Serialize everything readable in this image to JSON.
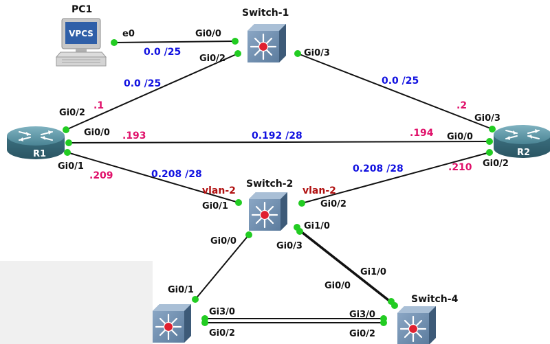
{
  "colors": {
    "link": "#111111",
    "port_dot": "#22cc22",
    "subnet_label": "#1010e0",
    "host_addr_label": "#e0106a",
    "vlan_label": "#b01010",
    "switch_body": "#6f8fb0",
    "router_body": "#4f8090"
  },
  "nodes": {
    "pc1": {
      "name": "PC1",
      "screen_text": "VPCS",
      "icon": "pc-icon"
    },
    "switch1": {
      "name": "Switch-1",
      "icon": "switch-icon"
    },
    "switch2": {
      "name": "Switch-2",
      "icon": "switch-icon"
    },
    "switch3": {
      "name": "",
      "icon": "switch-icon"
    },
    "switch4": {
      "name": "Switch-4",
      "icon": "switch-icon"
    },
    "r1": {
      "name": "R1",
      "icon": "router-icon"
    },
    "r2": {
      "name": "R2",
      "icon": "router-icon"
    }
  },
  "ports": {
    "pc1_e0": "e0",
    "sw1_gi00": "Gi0/0",
    "sw1_gi02": "Gi0/2",
    "sw1_gi03": "Gi0/3",
    "r1_gi02": "Gi0/2",
    "r1_gi00": "Gi0/0",
    "r1_gi01": "Gi0/1",
    "r2_gi03": "Gi0/3",
    "r2_gi00": "Gi0/0",
    "r2_gi02": "Gi0/2",
    "sw2_gi01": "Gi0/1",
    "sw2_gi02": "Gi0/2",
    "sw2_gi10": "Gi1/0",
    "sw2_gi00": "Gi0/0",
    "sw2_gi03": "Gi0/3",
    "sw3_gi01": "Gi0/1",
    "sw3_gi30": "Gi3/0",
    "sw3_gi02": "Gi0/2",
    "sw4_gi10": "Gi1/0",
    "sw4_gi00": "Gi0/0",
    "sw4_gi30": "Gi3/0",
    "sw4_gi02": "Gi0/2"
  },
  "subnets": {
    "pc1_sw1": "0.0 /25",
    "r1_sw1": "0.0 /25",
    "sw1_r2": "0.0 /25",
    "r1_r2": "0.192 /28",
    "r1_sw2": "0.208 /28",
    "r2_sw2": "0.208 /28"
  },
  "host_addrs": {
    "r1_gi02": ".1",
    "r1_gi00": ".193",
    "r1_gi01": ".209",
    "r2_gi03": ".2",
    "r2_gi00": ".194",
    "r2_gi02": ".210"
  },
  "vlans": {
    "sw2_gi01": "vlan-2",
    "sw2_gi02": "vlan-2"
  }
}
